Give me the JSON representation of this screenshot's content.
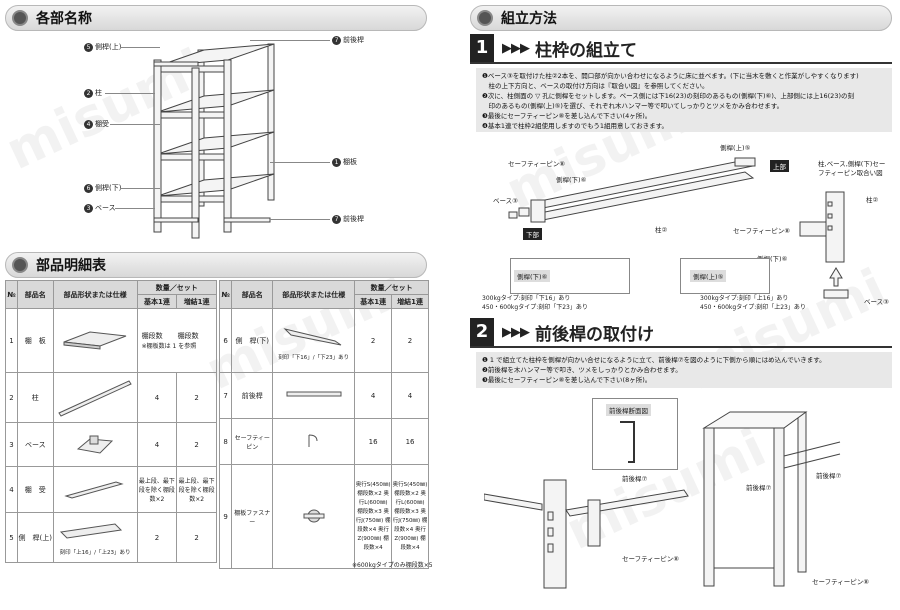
{
  "sections": {
    "names": "各部名称",
    "parts": "部品明細表",
    "assembly": "組立方法"
  },
  "labels": {
    "sideup": "側桿(上)",
    "pillar": "柱",
    "receiver": "棚受",
    "sidedown": "側桿(下)",
    "base": "ベース",
    "frontback_top": "前後桿",
    "shelf": "棚板",
    "frontback_bottom": "前後桿"
  },
  "label_nums": {
    "sideup": "5",
    "pillar": "2",
    "receiver": "4",
    "sidedown": "6",
    "base": "3",
    "frontback": "7",
    "shelf": "1"
  },
  "table": {
    "h_no": "№",
    "h_name": "部品名",
    "h_shape": "部品形状または仕様",
    "h_qty": "数量／セット",
    "h_basic": "基本1連",
    "h_add": "増結1連",
    "left_rows": [
      {
        "no": "1",
        "name": "棚　板",
        "basic": "棚段数",
        "add": "棚段数",
        "note": "※棚板数は 1 を参照"
      },
      {
        "no": "2",
        "name": "柱",
        "basic": "4",
        "add": "2"
      },
      {
        "no": "3",
        "name": "ベース",
        "basic": "4",
        "add": "2"
      },
      {
        "no": "4",
        "name": "棚　受",
        "basic": "最上段、最下段を除く棚段数×2",
        "add": "最上段、最下段を除く棚段数×2"
      },
      {
        "no": "5",
        "name": "側　桿(上)",
        "basic": "2",
        "add": "2",
        "note": "刻印「上16」/「上23」あり"
      }
    ],
    "right_rows": [
      {
        "no": "6",
        "name": "側　桿(下)",
        "basic": "2",
        "add": "2",
        "note": "刻印「下16」/「下23」あり"
      },
      {
        "no": "7",
        "name": "前後桿",
        "basic": "4",
        "add": "4"
      },
      {
        "no": "8",
        "name": "セーフティーピン",
        "basic": "16",
        "add": "16"
      },
      {
        "no": "9",
        "name": "棚板ファスナー",
        "basic": "奥行S(450㎜) 棚段数×2 奥行L(600㎜) 棚段数×3 奥行J(750㎜) 棚段数×4 奥行Z(900㎜) 棚段数×4",
        "add": "奥行S(450㎜) 棚段数×2 奥行L(600㎜) 棚段数×3 奥行J(750㎜) 棚段数×4 奥行Z(900㎜) 棚段数×4"
      }
    ],
    "footnote": "※600kgタイプのみ棚段数×5"
  },
  "step1": {
    "num": "1",
    "arrows": "▶▶▶",
    "title": "柱枠の組立て",
    "lines": [
      "❶ベース③を取付けた柱②2本を、開口部が向かい合わせになるように床に並べます。(下に当木を敷くと作業がしやすくなります)",
      "　柱の上下方向と、ベースの取付け方向は『取合い図』を参照してください。",
      "❷次に、柱側面の ▽ 孔に側桿をセットします。ベース側には下16(23)の刻印のあるもの(側桿(下)⑥)、上部側には上16(23)の刻",
      "　印のあるもの(側桿(上)⑤)を選び、それぞれ木ハンマー等で叩いてしっかりとツメをかみ合わせます。",
      "❸最後にセーフティーピン⑧を差し込んで下さい(4ヶ所)。",
      "❹基本1連で柱枠2組使用しますのでもう1組用意しておきます。"
    ],
    "diagram": {
      "pin": "セーフティーピン⑧",
      "sidedown": "側桿(下)⑥",
      "sideup": "側桿(上)⑤",
      "base": "ベース③",
      "lower": "下部",
      "upper": "上部",
      "pillar": "柱②",
      "joint_title": "柱,ベース,側桿(下)セーフティーピン取合い図",
      "joint_pillar": "柱②",
      "joint_pin": "セーフティーピン⑧",
      "joint_sidedown": "側桿(下)⑥",
      "joint_base": "ベース③",
      "box_sidedown": "側桿(下)⑥",
      "box_sideup": "側桿(上)⑤",
      "note_down1": "300kgタイプ:刻印「下16」あり",
      "note_down2": "450・600kgタイプ:刻印「下23」あり",
      "note_up1": "300kgタイプ:刻印「上16」あり",
      "note_up2": "450・600kgタイプ:刻印「上23」あり"
    }
  },
  "step2": {
    "num": "2",
    "arrows": "▶▶▶",
    "title": "前後桿の取付け",
    "lines": [
      "❶ 1 で組立てた柱枠を側桿が向かい合せになるように立て、前後桿⑦を図のように下側から順にはめ込んでいきます。",
      "❷前後桿を木ハンマー等で叩き、ツメをしっかりとかみ合わせます。",
      "❸最後にセーフティーピン⑧を差し込んで下さい(8ヶ所)。"
    ],
    "diagram": {
      "section_title": "前後桿断面図",
      "fb1": "前後桿⑦",
      "fb2": "前後桿⑦",
      "fb3": "前後桿⑦",
      "pin1": "セーフティーピン⑧",
      "pin2": "セーフティーピン⑧"
    }
  },
  "watermark": "misumi"
}
